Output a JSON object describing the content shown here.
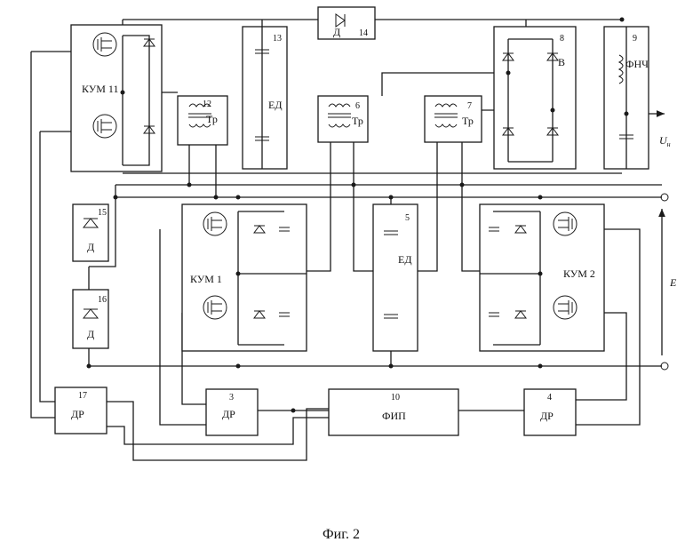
{
  "blocks": {
    "kum11": {
      "num": "",
      "name": "КУМ 11"
    },
    "b12": {
      "num": "12",
      "name": "Тр"
    },
    "b13": {
      "num": "13",
      "name": "ЕД"
    },
    "b14": {
      "num": "14",
      "name": "Д"
    },
    "b6": {
      "num": "6",
      "name": "Тр"
    },
    "b7": {
      "num": "7",
      "name": "Тр"
    },
    "b8": {
      "num": "8",
      "name": "В"
    },
    "b9": {
      "num": "9",
      "name": "ФНЧ"
    },
    "b15": {
      "num": "15",
      "name": "Д"
    },
    "b16": {
      "num": "16",
      "name": "Д"
    },
    "kum1": {
      "num": "",
      "name": "КУМ 1"
    },
    "b5": {
      "num": "5",
      "name": "ЕД"
    },
    "kum2": {
      "num": "",
      "name": "КУМ 2"
    },
    "b17": {
      "num": "17",
      "name": "ДР"
    },
    "b3": {
      "num": "3",
      "name": "ДР"
    },
    "b10": {
      "num": "10",
      "name": "ФИП"
    },
    "b4": {
      "num": "4",
      "name": "ДР"
    }
  },
  "terminals": {
    "output": "U",
    "output_sub": "н",
    "input": "E"
  },
  "caption": "Фиг. 2",
  "icons": [
    "mosfet-icon",
    "diode-icon",
    "capacitor-icon",
    "transformer-icon",
    "inductor-icon",
    "terminal-icon",
    "arrow-icon"
  ]
}
